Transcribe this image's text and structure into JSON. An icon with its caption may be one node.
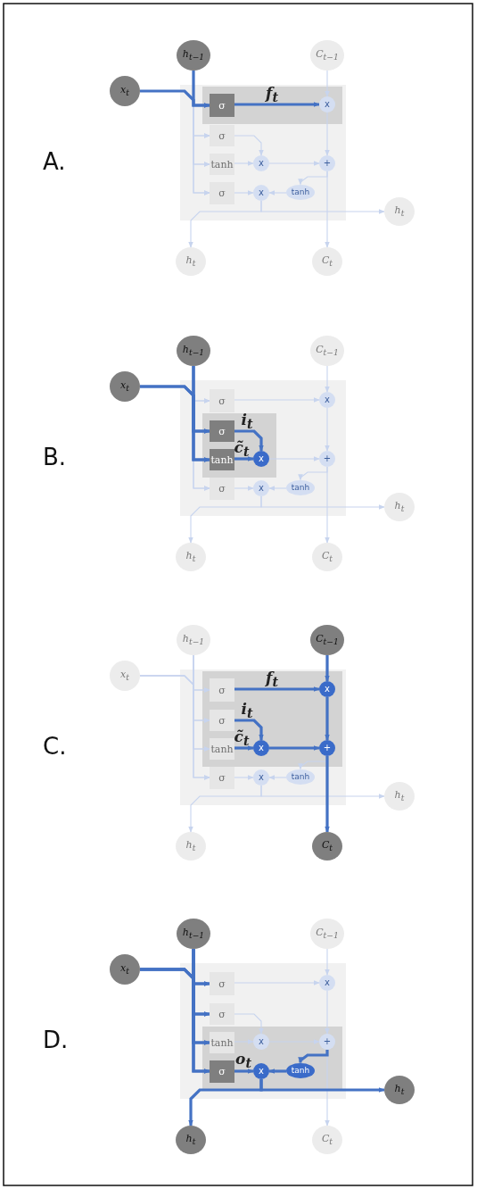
{
  "diagram": {
    "nodes": [
      {
        "text": [
          "x$_{t}$"
        ]
      },
      {
        "text": [
          "h$_{t−1}$"
        ]
      },
      {
        "text": [
          "C$_{t−1}$"
        ]
      },
      {
        "text": [
          "σ"
        ]
      },
      {
        "text": [
          "σ"
        ]
      },
      {
        "text": [
          "tanh"
        ]
      },
      {
        "text": [
          "σ"
        ]
      },
      {
        "text": [
          "x"
        ]
      },
      {
        "text": [
          "x"
        ]
      },
      {
        "text": [
          "+"
        ]
      },
      {
        "text": [
          "x"
        ]
      },
      {
        "text": [
          "tanh"
        ]
      },
      {
        "text": [
          "h$_{t}$"
        ]
      },
      {
        "text": [
          "h$_{t}$"
        ]
      },
      {
        "text": [
          "C$_{t}$"
        ]
      },
      {
        "text": [
          "x$_{t}$"
        ]
      },
      {
        "text": [
          "h$_{t−1}$"
        ]
      },
      {
        "text": [
          "C$_{t−1}$"
        ]
      },
      {
        "text": [
          "σ"
        ]
      },
      {
        "text": [
          "σ"
        ]
      },
      {
        "text": [
          "tanh"
        ]
      },
      {
        "text": [
          "σ"
        ]
      },
      {
        "text": [
          "x"
        ]
      },
      {
        "text": [
          "x"
        ]
      },
      {
        "text": [
          "+"
        ]
      },
      {
        "text": [
          "x"
        ]
      },
      {
        "text": [
          "tanh"
        ]
      },
      {
        "text": [
          "h$_{t}$"
        ]
      },
      {
        "text": [
          "h$_{t}$"
        ]
      },
      {
        "text": [
          "C$_{t}$"
        ]
      },
      {
        "text": [
          "x$_{t}$"
        ]
      },
      {
        "text": [
          "h$_{t−1}$"
        ]
      },
      {
        "text": [
          "C$_{t−1}$"
        ]
      },
      {
        "text": [
          "σ"
        ]
      },
      {
        "text": [
          "σ"
        ]
      },
      {
        "text": [
          "tanh"
        ]
      },
      {
        "text": [
          "σ"
        ]
      },
      {
        "text": [
          "x"
        ]
      },
      {
        "text": [
          "x"
        ]
      },
      {
        "text": [
          "+"
        ]
      },
      {
        "text": [
          "x"
        ]
      },
      {
        "text": [
          "tanh"
        ]
      },
      {
        "text": [
          "h$_{t}$"
        ]
      },
      {
        "text": [
          "h$_{t}$"
        ]
      },
      {
        "text": [
          "C$_{t}$"
        ]
      },
      {
        "text": [
          "x$_{t}$"
        ]
      },
      {
        "text": [
          "h$_{t−1}$"
        ]
      },
      {
        "text": [
          "C$_{t−1}$"
        ]
      },
      {
        "text": [
          "σ"
        ]
      },
      {
        "text": [
          "σ"
        ]
      },
      {
        "text": [
          "tanh"
        ]
      },
      {
        "text": [
          "σ"
        ]
      },
      {
        "text": [
          "x"
        ]
      },
      {
        "text": [
          "x"
        ]
      },
      {
        "text": [
          "+"
        ]
      },
      {
        "text": [
          "x"
        ]
      },
      {
        "text": [
          "tanh"
        ]
      },
      {
        "text": [
          "h$_{t}$"
        ]
      },
      {
        "text": [
          "h$_{t}$"
        ]
      },
      {
        "text": [
          "C$_{t}$"
        ]
      }
    ],
    "edges": [
      {
        "from": 0,
        "to": 3,
        "arrow": "to",
        "style": "thick",
        "color": "#4472c4"
      },
      {
        "from": 0,
        "to": 4,
        "arrow": "to"
      },
      {
        "from": 0,
        "to": 5,
        "arrow": "to"
      },
      {
        "from": 0,
        "to": 6,
        "arrow": "to"
      },
      {
        "from": 1,
        "to": 3,
        "arrow": "to",
        "style": "thick",
        "color": "#4472c4"
      },
      {
        "from": 1,
        "to": 4,
        "arrow": "to"
      },
      {
        "from": 1,
        "to": 5,
        "arrow": "to"
      },
      {
        "from": 1,
        "to": 6,
        "arrow": "to"
      },
      {
        "from": 3,
        "to": 7,
        "arrow": "to",
        "label": "f$_{t}$",
        "style": "thick",
        "color": "#4472c4"
      },
      {
        "from": 2,
        "to": 7,
        "arrow": "to"
      },
      {
        "from": 7,
        "to": 9,
        "arrow": "to"
      },
      {
        "from": 4,
        "to": 8,
        "arrow": "to"
      },
      {
        "from": 5,
        "to": 8,
        "arrow": "to"
      },
      {
        "from": 8,
        "to": 9,
        "arrow": "to"
      },
      {
        "from": 9,
        "to": 14,
        "arrow": "to"
      },
      {
        "from": 9,
        "to": 11,
        "arrow": "to"
      },
      {
        "from": 6,
        "to": 10,
        "arrow": "to"
      },
      {
        "from": 11,
        "to": 10,
        "arrow": "to"
      },
      {
        "from": 10,
        "to": 12,
        "arrow": "to"
      },
      {
        "from": 10,
        "to": 13,
        "arrow": "to"
      },
      {
        "from": 15,
        "to": 18,
        "arrow": "to"
      },
      {
        "from": 15,
        "to": 19,
        "arrow": "to",
        "style": "thick",
        "color": "#4472c4"
      },
      {
        "from": 15,
        "to": 20,
        "arrow": "to",
        "style": "thick",
        "color": "#4472c4"
      },
      {
        "from": 15,
        "to": 21,
        "arrow": "to"
      },
      {
        "from": 16,
        "to": 18,
        "arrow": "to"
      },
      {
        "from": 16,
        "to": 19,
        "arrow": "to",
        "style": "thick",
        "color": "#4472c4"
      },
      {
        "from": 16,
        "to": 20,
        "arrow": "to",
        "style": "thick",
        "color": "#4472c4"
      },
      {
        "from": 16,
        "to": 21,
        "arrow": "to"
      },
      {
        "from": 18,
        "to": 22,
        "arrow": "to"
      },
      {
        "from": 17,
        "to": 22,
        "arrow": "to"
      },
      {
        "from": 22,
        "to": 24,
        "arrow": "to"
      },
      {
        "from": 19,
        "to": 23,
        "arrow": "to",
        "label": "i$_{t}$",
        "style": "thick",
        "color": "#4472c4"
      },
      {
        "from": 20,
        "to": 23,
        "arrow": "to",
        "label": "c̃$_{t}$",
        "style": "thick",
        "color": "#4472c4"
      },
      {
        "from": 23,
        "to": 24,
        "arrow": "to"
      },
      {
        "from": 24,
        "to": 29,
        "arrow": "to"
      },
      {
        "from": 24,
        "to": 26,
        "arrow": "to"
      },
      {
        "from": 21,
        "to": 25,
        "arrow": "to"
      },
      {
        "from": 26,
        "to": 25,
        "arrow": "to"
      },
      {
        "from": 25,
        "to": 27,
        "arrow": "to"
      },
      {
        "from": 25,
        "to": 28,
        "arrow": "to"
      },
      {
        "from": 30,
        "to": 33,
        "arrow": "to"
      },
      {
        "from": 30,
        "to": 34,
        "arrow": "to"
      },
      {
        "from": 30,
        "to": 35,
        "arrow": "to"
      },
      {
        "from": 30,
        "to": 36,
        "arrow": "to"
      },
      {
        "from": 31,
        "to": 33,
        "arrow": "to"
      },
      {
        "from": 31,
        "to": 34,
        "arrow": "to"
      },
      {
        "from": 31,
        "to": 35,
        "arrow": "to"
      },
      {
        "from": 31,
        "to": 36,
        "arrow": "to"
      },
      {
        "from": 33,
        "to": 37,
        "arrow": "to",
        "label": "f$_{t}$",
        "style": "thick",
        "color": "#4472c4"
      },
      {
        "from": 32,
        "to": 37,
        "arrow": "to",
        "style": "thick",
        "color": "#4472c4"
      },
      {
        "from": 37,
        "to": 39,
        "arrow": "to",
        "style": "thick",
        "color": "#4472c4"
      },
      {
        "from": 34,
        "to": 38,
        "arrow": "to",
        "label": "i$_{t}$",
        "style": "thick",
        "color": "#4472c4"
      },
      {
        "from": 35,
        "to": 38,
        "arrow": "to",
        "label": "c̃$_{t}$",
        "style": "thick",
        "color": "#4472c4"
      },
      {
        "from": 38,
        "to": 39,
        "arrow": "to",
        "style": "thick",
        "color": "#4472c4"
      },
      {
        "from": 39,
        "to": 44,
        "arrow": "to",
        "style": "thick",
        "color": "#4472c4"
      },
      {
        "from": 39,
        "to": 41,
        "arrow": "to"
      },
      {
        "from": 36,
        "to": 40,
        "arrow": "to"
      },
      {
        "from": 41,
        "to": 40,
        "arrow": "to"
      },
      {
        "from": 40,
        "to": 42,
        "arrow": "to"
      },
      {
        "from": 40,
        "to": 43,
        "arrow": "to"
      },
      {
        "from": 45,
        "to": 48,
        "arrow": "to",
        "style": "thick",
        "color": "#4472c4"
      },
      {
        "from": 45,
        "to": 49,
        "arrow": "to",
        "style": "thick",
        "color": "#4472c4"
      },
      {
        "from": 45,
        "to": 50,
        "arrow": "to",
        "style": "thick",
        "color": "#4472c4"
      },
      {
        "from": 45,
        "to": 51,
        "arrow": "to",
        "style": "thick",
        "color": "#4472c4"
      },
      {
        "from": 46,
        "to": 48,
        "arrow": "to",
        "style": "thick",
        "color": "#4472c4"
      },
      {
        "from": 46,
        "to": 49,
        "arrow": "to",
        "style": "thick",
        "color": "#4472c4"
      },
      {
        "from": 46,
        "to": 50,
        "arrow": "to",
        "style": "thick",
        "color": "#4472c4"
      },
      {
        "from": 46,
        "to": 51,
        "arrow": "to",
        "style": "thick",
        "color": "#4472c4"
      },
      {
        "from": 48,
        "to": 52,
        "arrow": "to"
      },
      {
        "from": 47,
        "to": 52,
        "arrow": "to"
      },
      {
        "from": 52,
        "to": 54,
        "arrow": "to"
      },
      {
        "from": 49,
        "to": 53,
        "arrow": "to"
      },
      {
        "from": 50,
        "to": 53,
        "arrow": "to"
      },
      {
        "from": 53,
        "to": 54,
        "arrow": "to"
      },
      {
        "from": 54,
        "to": 59,
        "arrow": "to"
      },
      {
        "from": 54,
        "to": 56,
        "arrow": "to",
        "style": "thick",
        "color": "#4472c4"
      },
      {
        "from": 51,
        "to": 55,
        "arrow": "to",
        "label": "o$_{t}$",
        "style": "thick",
        "color": "#4472c4"
      },
      {
        "from": 56,
        "to": 55,
        "arrow": "to",
        "style": "thick",
        "color": "#4472c4"
      },
      {
        "from": 55,
        "to": 57,
        "arrow": "to",
        "style": "thick",
        "color": "#4472c4"
      },
      {
        "from": 55,
        "to": 58,
        "arrow": "to",
        "style": "thick",
        "color": "#4472c4"
      }
    ],
    "labels": [
      "A.",
      "B.",
      "C.",
      "D."
    ]
  }
}
